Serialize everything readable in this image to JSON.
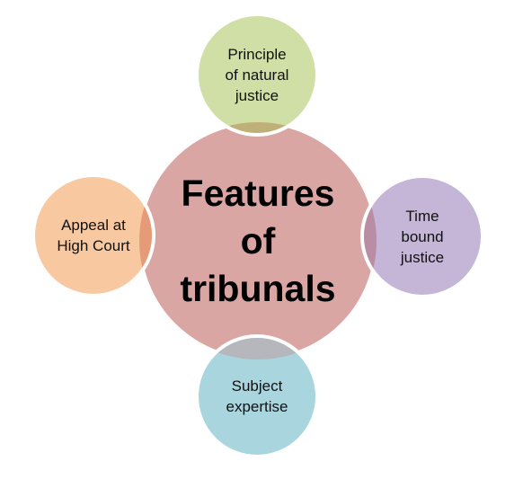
{
  "title": "Features of tribunals",
  "center": {
    "label": "Features\nof\ntribunals",
    "color": "#d9a6a3"
  },
  "nodes": [
    {
      "id": "top",
      "label": "Principle\nof natural\njustice",
      "color": "#d0dfa6",
      "overlap_color": "#bfb07a"
    },
    {
      "id": "right",
      "label": "Time\nbound\njustice",
      "color": "#c5b5d6",
      "overlap_color": "#b98ea4"
    },
    {
      "id": "bottom",
      "label": "Subject\nexpertise",
      "color": "#a9d5df",
      "overlap_color": "#b5b7bd"
    },
    {
      "id": "left",
      "label": "Appeal at\nHigh Court",
      "color": "#f8c9a1",
      "overlap_color": "#e59a78"
    }
  ],
  "stroke_color": "#ffffff"
}
